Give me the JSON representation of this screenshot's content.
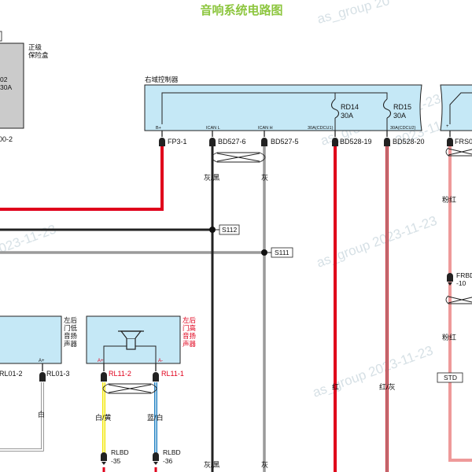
{
  "title": "音响系统电路图",
  "watermark": {
    "texts": [
      "as_group 2023-11-23",
      "as_group 2023-11-23",
      "as_group 2023-11-23",
      "2023-11-23",
      "2023-11-23",
      "as_group 20"
    ]
  },
  "modules": {
    "fuse_box": {
      "label": "正级\n保险盒",
      "inner": "02\n30A",
      "connector": "00-2"
    },
    "right_controller": {
      "label": "右域控制器",
      "pin_labels": [
        "B+",
        "ICAN L",
        "ICAN H",
        "30A(CDCU1)",
        "30A(CDCU2)"
      ],
      "fuses": [
        {
          "id": "RD14",
          "rating": "30A"
        },
        {
          "id": "RD15",
          "rating": "30A"
        }
      ],
      "connectors": [
        "FP3-1",
        "BD527-6",
        "BD527-5",
        "BD528-19",
        "BD528-20"
      ]
    },
    "right_module": {
      "pin_label": "+",
      "connector": "FRS0",
      "inline_connector": [
        "FRBD",
        "-10"
      ]
    },
    "left_low_speaker": {
      "label": "左后\n门低\n音扬\n声器",
      "pin_label": "A+",
      "connectors": [
        "RL01-2",
        "RL01-3"
      ]
    },
    "left_high_speaker": {
      "label": "左后\n门高\n音扬\n声器",
      "pin_labels": [
        "A+",
        "A-"
      ],
      "connectors": [
        "RL11-2",
        "RL11-1"
      ],
      "inline_connectors": [
        [
          "RLBD",
          "-35"
        ],
        [
          "RLBD",
          "-36"
        ]
      ]
    }
  },
  "wires": {
    "ican_l": "灰/黑",
    "ican_h": "灰",
    "ican_l_bottom": "灰/黑",
    "ican_h_bottom": "灰",
    "cdcu1": "红",
    "cdcu2": "红/灰",
    "right_pink_top": "粉红",
    "right_pink_bottom": "粉红",
    "white": "白",
    "white_yellow": "白/黄",
    "blue_white": "蓝/白"
  },
  "splices": [
    "S112",
    "S111"
  ],
  "ground_label": "STD",
  "colors": {
    "module_fill": "#c5e8f6",
    "fuse_box_fill": "#cbcbcb",
    "title": "#8dc63f",
    "red": "#e0001b",
    "dark_red": "#c8323c",
    "pink": "#ee9a9a",
    "gray": "#9a9a9a",
    "black": "#111111",
    "yellow": "#f2e600",
    "blue": "#1f7fc2",
    "speaker_label_red": "#e0001b"
  }
}
